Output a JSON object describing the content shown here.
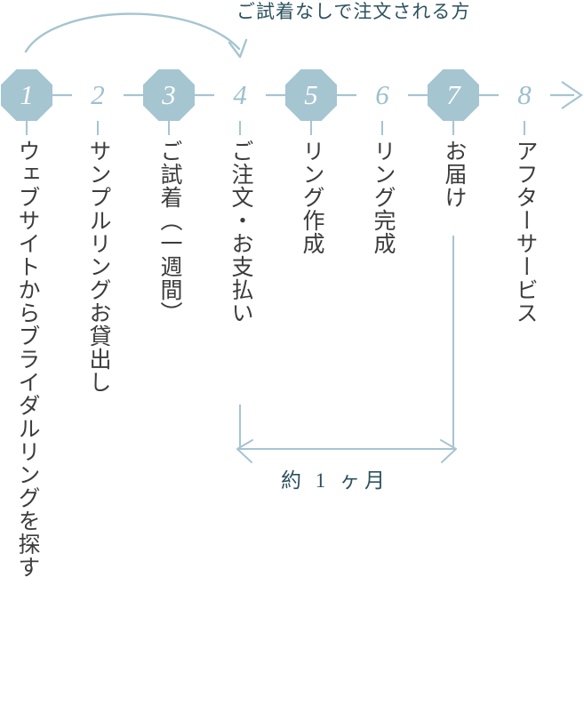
{
  "colors": {
    "node_fill": "#a5c5d1",
    "node_stroke": "#a5c5d1",
    "line": "#a5c5d1",
    "caption_text": "#2b525e",
    "label_text": "#3c3c3c",
    "background": "#ffffff"
  },
  "top_annotation": {
    "text": "ご試着なしで注文される方",
    "from_step": 1,
    "to_step": 4
  },
  "timeline": {
    "steps": [
      {
        "number": "1",
        "label": "ウェブサイトからブライダルリングを探す",
        "style": "filled"
      },
      {
        "number": "2",
        "label": "サンプルリングお貸出し",
        "style": "hollow"
      },
      {
        "number": "3",
        "label": "ご試着（一週間）",
        "style": "filled"
      },
      {
        "number": "4",
        "label": "ご注文・お支払い",
        "style": "hollow"
      },
      {
        "number": "5",
        "label": "リング作成",
        "style": "filled"
      },
      {
        "number": "6",
        "label": "リング完成",
        "style": "hollow"
      },
      {
        "number": "7",
        "label": "お届け",
        "style": "filled"
      },
      {
        "number": "8",
        "label": "アフターサービス",
        "style": "hollow"
      }
    ]
  },
  "duration_annotation": {
    "text": "約 1 ヶ月",
    "from_step": 4,
    "to_step": 7
  }
}
